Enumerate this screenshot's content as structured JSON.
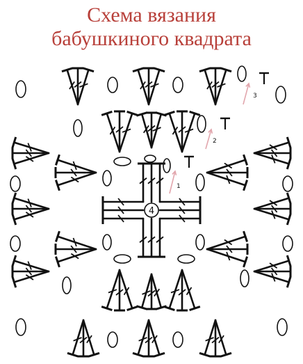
{
  "title": {
    "line1": "Схема вязания",
    "line2": "бабушкиного квадрата"
  },
  "center_ring_label": "4",
  "round_labels": [
    "1",
    "2",
    "3"
  ],
  "colors": {
    "title": "#b8403a",
    "ink": "#111111",
    "arrow": "#e2a6ad"
  },
  "icons": {
    "chain": "oval",
    "double_crochet": "T-stitch-with-slash",
    "round_start": "arrow",
    "center_ring": "circle"
  }
}
